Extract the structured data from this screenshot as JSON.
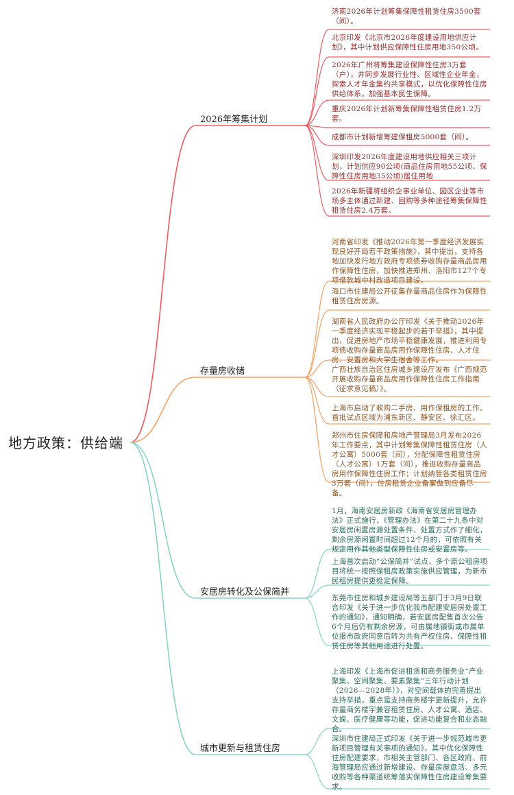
{
  "root": {
    "label": "地方政策：供给端"
  },
  "colors": {
    "branch1": "#ee5a60",
    "branch2": "#f4a063",
    "branch3": "#86d3c9",
    "branch4": "#86d3c9"
  },
  "branches": [
    {
      "label": "2026年筹集计划",
      "leaves": [
        "济南2026年计划筹集保障性租赁住房3500套（间）。",
        "北京印发《北京市2026年度建设用地供应计划》，其中计划供应保障性住房用地350公顷。",
        "2026年广州将筹集建设保障性住房3万套（户），并同步发展行业性、区域性企业年金，探索人才年金集约共享模式，以优化保障性住房供给体系，加强基本民生保障。",
        "重庆2026年计划新筹集保障性租赁住房1.2万套。",
        "成都市计划新增筹建保租房5000套（间）。",
        "深圳印发2026年度建设用地供应相关三项计划，计划供应90公顷(商品住房用地55公顷、保障性住房用地35公顷)居住用地",
        "2026年新疆将组织企事业单位、园区企业等市场多主体通过新建、回购等多种途径筹集保障性租赁住房2.4万套。"
      ]
    },
    {
      "label": "存量房收储",
      "leaves": [
        "河南省印发《推动2026年第一季度经济发展实现良好开局若干政策措施》，其中提出，支持各地加快发行地方政府专项债券收购存量商品房用作保障性住房，加快推进郑州、洛阳市127个专项借款城中村改造项目建设。",
        "海口市住建局公开征集存量商品住房作为保障性租赁住房房源。",
        "湖南省人民政府办公厅印发《关于推动2026年一季度经济实现平稳起步的若干举措》，其中提出，促进房地产市场平稳健康发展，推进利用专项债收购存量商品房用作保障性住房、人才住房、安置房和大学生宿舍等工作。",
        "广西壮族自治区住房城乡建设厅发布《广西规范开展收购存量商品房用作保障性住房工作指南（征求意见稿）》。",
        "上海市启动了收购二手房、用作保租房的工作。首批试点区域为浦东新区、静安区、徐汇区。",
        "郑州市住房保障和房地产管理局3月发布2026年工作要点，其中计划筹集保障性租赁住房（人才公寓）5000套（间），分配保障性租赁住房（人才公寓）1万套（间），推进收购存量商品房用作保障性住房工作；计划纳管各类租赁住房3万套（间），住房租赁企业备案做到应备尽备。"
      ]
    },
    {
      "label": "安居房转化及公保简并",
      "leaves": [
        "1月，海南安居房新政《海南省安居房管理办法》正式施行，《管理办法》在第二十九条中对安居房闲置房源处置条件、处置方式作了细化，剩余房源闲置时间超过12个月的，可依照有关规定用作其他类型保障性住房或安置房等。",
        "上海首次启动“公保简并”试点，多个原公租房项目将统一按照保租房政策实施供应管理，为新市民租房提供更稳定保障。",
        "东莞市住房和城乡建设局等五部门于3月9日联合印发《关于进一步优化我市配建安居房处置工作的通知》，通知明确，若安居房配售首次公告6个月后仍有剩余房源，可由属地镇街或市属单位报市政府同意后转为共有产权住房、保障性租赁住房等其他用途进行处置。"
      ]
    },
    {
      "label": "城市更新与租赁住房",
      "leaves": [
        "上海印发《上海市促进租赁和商务服务业“产业聚集、空间聚集、要素聚集”三年行动计划（2026—2028年）》，对空间载体的完善提出支持举措，重点是支持商务楼宇更新提升，允许存量商务楼宇兼容租赁住房、人才公寓、酒店、文娱、医疗健康等功能，促进功能复合和业态融合。",
        "深圳市住建局正式印发《关于进一步规范城市更新项目管理有关事项的通知》，其中优化保障性住房配建要求，市相关主管部门、各区政府、前海管理局应通过新增建设、存量房屋盘活、多元收购等各种渠道统筹落实保障性住房建设筹集要求。"
      ]
    }
  ]
}
